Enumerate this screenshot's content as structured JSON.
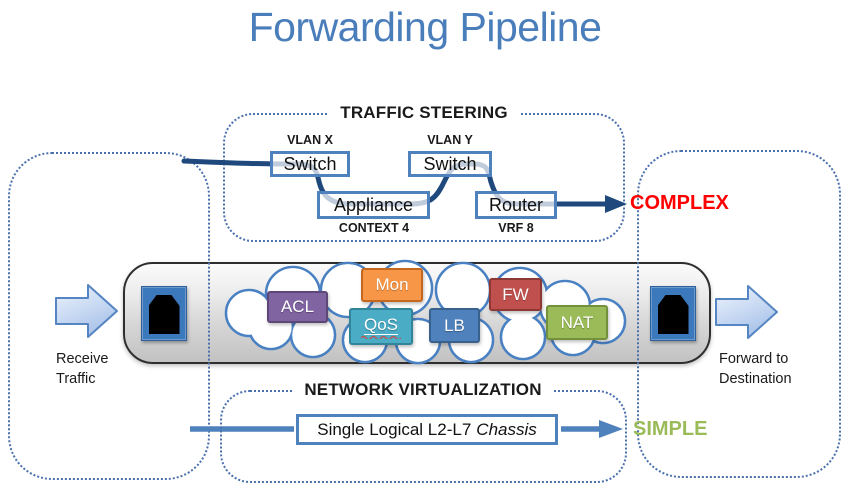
{
  "title": "Forwarding Pipeline",
  "colors": {
    "title_blue": "#4A7EBB",
    "accent_blue": "#4F81BD",
    "steering_line_navy": "#1F497D",
    "dotted_border_blue": "#4A70AE",
    "complex_red": "#FF0000",
    "simple_green": "#9BBB59",
    "port_blue": "#3B79BC"
  },
  "traffic_steering": {
    "heading": "TRAFFIC STEERING",
    "switch1": {
      "label": "Switch",
      "annotation": "VLAN X"
    },
    "switch2": {
      "label": "Switch",
      "annotation": "VLAN Y"
    },
    "appliance": {
      "label": "Appliance",
      "annotation": "CONTEXT 4"
    },
    "router": {
      "label": "Router",
      "annotation": "VRF 8"
    },
    "result": "COMPLEX"
  },
  "pipeline": {
    "services": [
      {
        "label": "ACL",
        "fill": "#8064A2",
        "border": "#5C4776"
      },
      {
        "label": "Mon",
        "fill": "#F79646",
        "border": "#C4671F"
      },
      {
        "label": "QoS",
        "fill": "#4BACC6",
        "border": "#31859B"
      },
      {
        "label": "LB",
        "fill": "#4F81BD",
        "border": "#38618E"
      },
      {
        "label": "FW",
        "fill": "#C0504D",
        "border": "#8E3836"
      },
      {
        "label": "NAT",
        "fill": "#9BBB59",
        "border": "#73913C"
      }
    ]
  },
  "network_virtualization": {
    "heading": "NETWORK VIRTUALIZATION",
    "chassis_label_prefix": "Single Logical L2-L7",
    "chassis_label_italic": "Chassis",
    "result": "SIMPLE"
  },
  "left_flow": {
    "line1": "Receive",
    "line2": "Traffic"
  },
  "right_flow": {
    "line1": "Forward to",
    "line2": "Destination"
  }
}
